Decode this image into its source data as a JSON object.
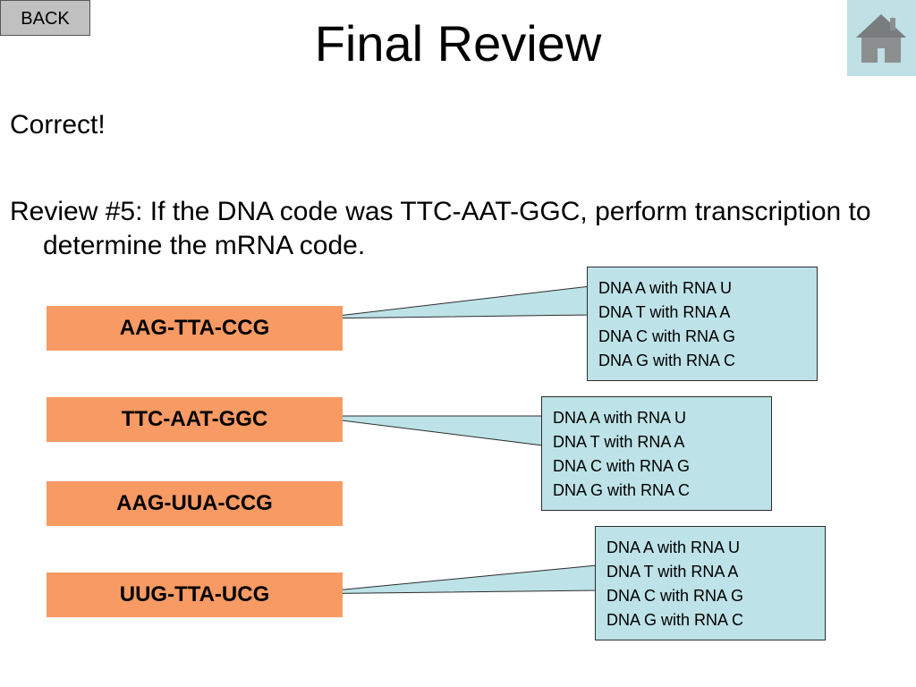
{
  "back_label": "BACK",
  "title": "Final Review",
  "status_text": "Correct!",
  "question_text": "Review #5: If the DNA code was TTC-AAT-GGC, perform transcription to determine the mRNA code.",
  "home_icon": "house-icon",
  "answers": [
    {
      "label": "AAG-TTA-CCG"
    },
    {
      "label": "TTC-AAT-GGC"
    },
    {
      "label": "AAG-UUA-CCG"
    },
    {
      "label": "UUG-TTA-UCG"
    }
  ],
  "callouts": [
    {
      "lines": [
        "DNA A with RNA U",
        "DNA T with RNA A",
        "DNA C with RNA G",
        "DNA G with RNA C"
      ]
    },
    {
      "lines": [
        "DNA A with RNA U",
        "DNA T with RNA A",
        "DNA C with RNA G",
        "DNA G with RNA C"
      ]
    },
    {
      "lines": [
        "DNA A with RNA U",
        "DNA T with RNA A",
        "DNA C with RNA G",
        "DNA G with RNA C"
      ]
    }
  ],
  "colors": {
    "answer_fill": "#f79a63",
    "callout_fill": "#bde2e7",
    "back_fill": "#c0c0c0",
    "home_fill": "#bfe0e4"
  }
}
